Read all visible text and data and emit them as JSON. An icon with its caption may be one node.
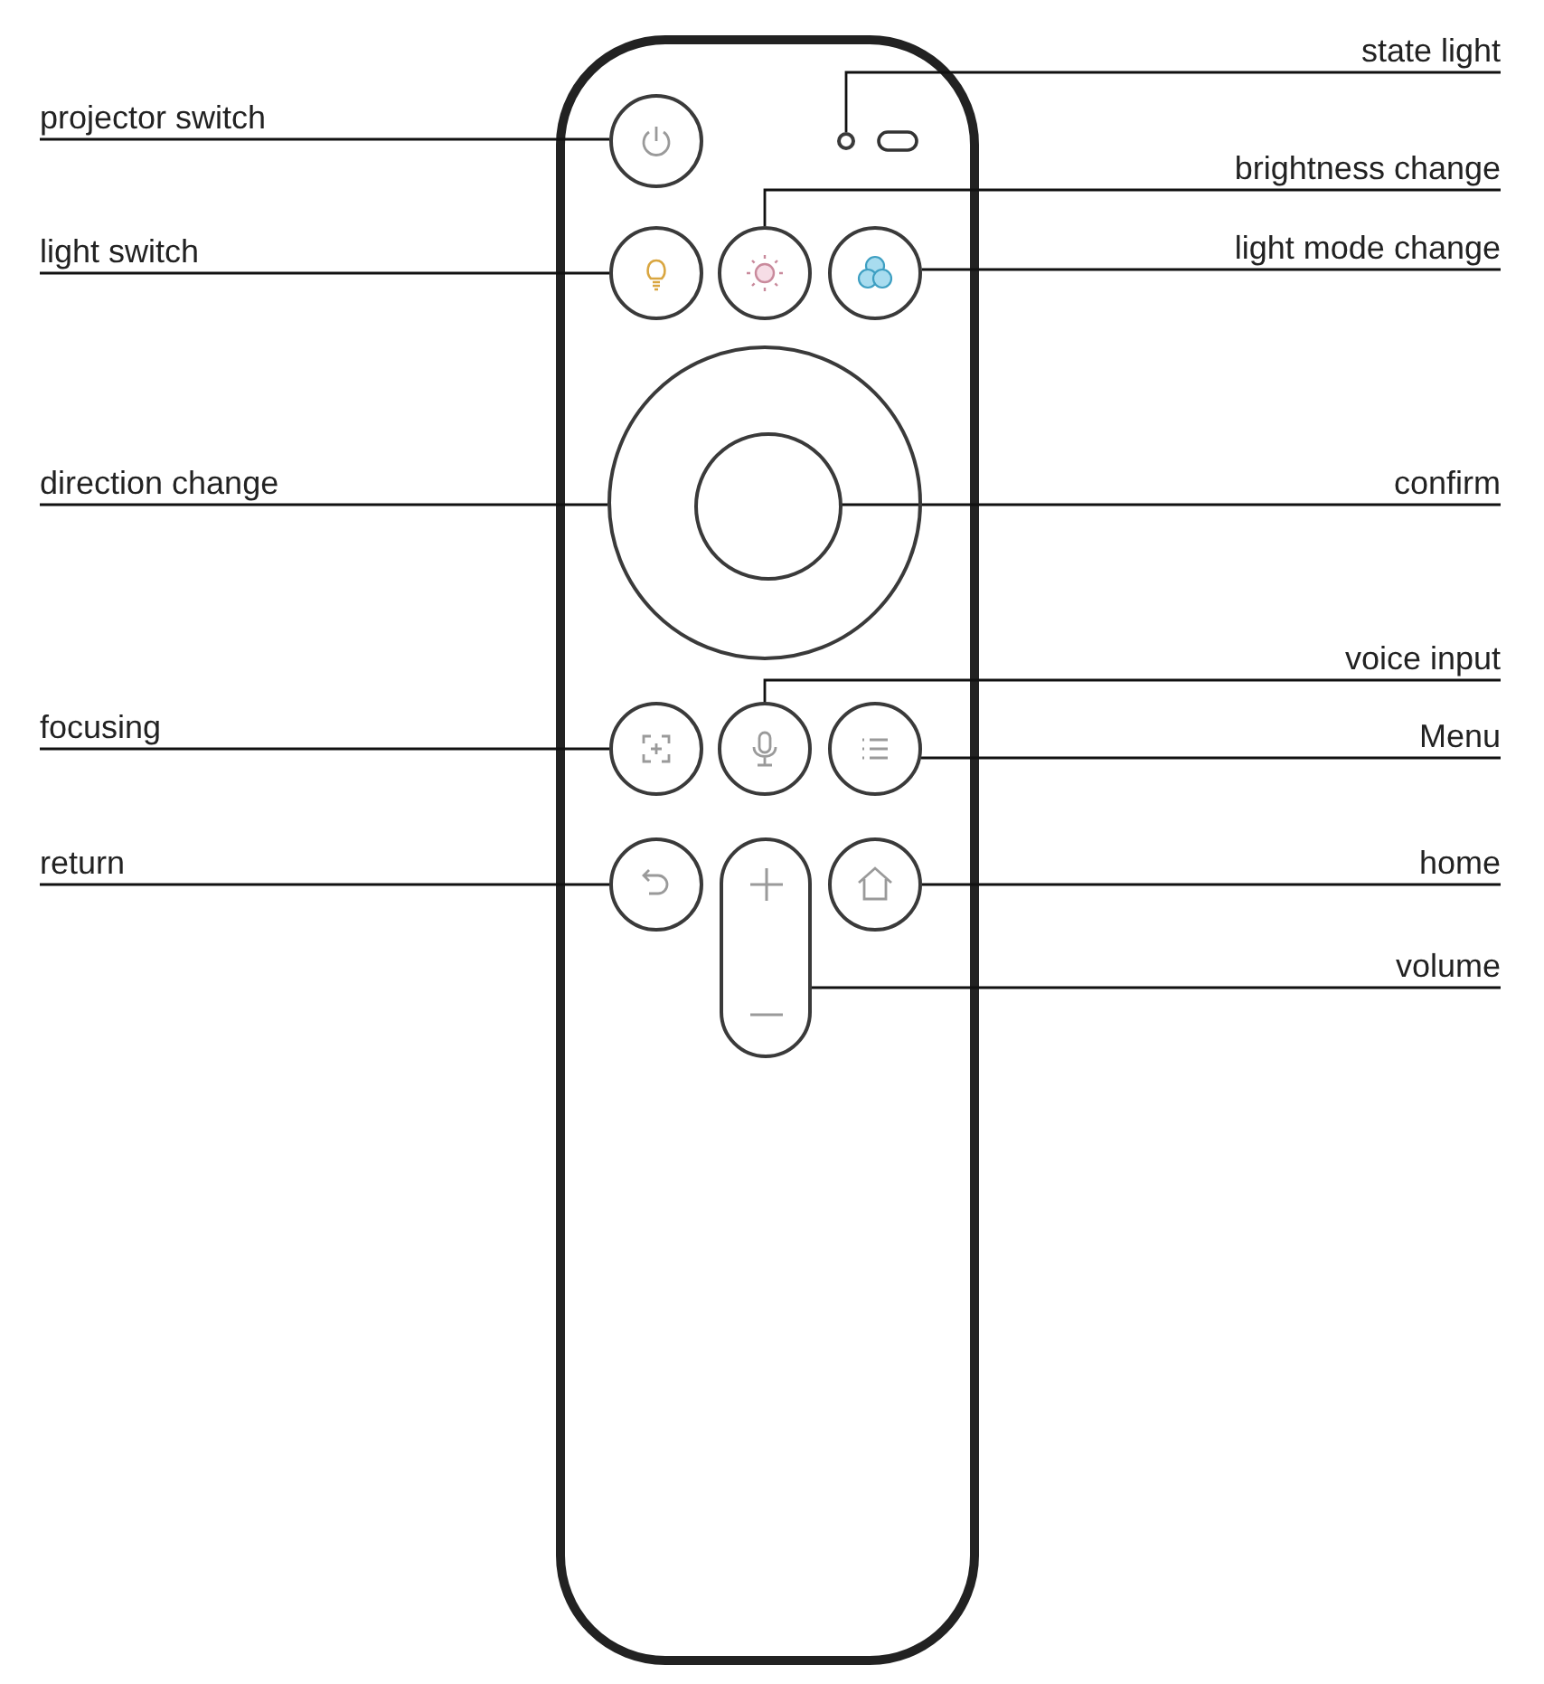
{
  "diagram": {
    "nodes": [
      {
        "text": [
          "state light"
        ]
      },
      {
        "text": [
          "projector switch"
        ]
      },
      {
        "text": [],
        "shape": "circle"
      },
      {
        "text": [],
        "shape": "circle"
      },
      {
        "text": [
          "brightness change"
        ]
      },
      {
        "text": [
          "light switch"
        ]
      },
      {
        "text": [],
        "shape": "circle"
      },
      {
        "text": [],
        "shape": "circle"
      },
      {
        "text": [],
        "shape": "circle"
      },
      {
        "text": [
          "light mode change"
        ]
      },
      {
        "text": [
          "direction change"
        ]
      },
      {
        "text": [],
        "shape": "circle"
      },
      {
        "text": [],
        "shape": "circle",
        "in": 11
      },
      {
        "text": [
          "confirm"
        ]
      },
      {
        "text": [
          "voice input"
        ]
      },
      {
        "text": [
          "focusing"
        ]
      },
      {
        "text": [],
        "shape": "circle"
      },
      {
        "text": [],
        "shape": "circle"
      },
      {
        "text": [],
        "shape": "circle"
      },
      {
        "text": [
          "Menu"
        ]
      },
      {
        "text": [
          "return"
        ]
      },
      {
        "text": [],
        "shape": "circle"
      },
      {
        "text": [],
        "shape": "box"
      },
      {
        "text": [],
        "shape": "circle"
      },
      {
        "text": [
          "home"
        ]
      },
      {
        "text": [
          "volume"
        ]
      }
    ],
    "edges": [
      {
        "from": 0,
        "to": 3,
        "arrow": "none"
      },
      {
        "from": 1,
        "to": 2,
        "arrow": "none"
      },
      {
        "from": 4,
        "to": 7,
        "arrow": "none"
      },
      {
        "from": 5,
        "to": 6,
        "arrow": "none"
      },
      {
        "from": 9,
        "to": 8,
        "arrow": "none"
      },
      {
        "from": 10,
        "to": 11,
        "arrow": "none"
      },
      {
        "from": 13,
        "to": 12,
        "arrow": "none"
      },
      {
        "from": 14,
        "to": 17,
        "arrow": "none"
      },
      {
        "from": 15,
        "to": 16,
        "arrow": "none"
      },
      {
        "from": 19,
        "to": 18,
        "arrow": "none"
      },
      {
        "from": 20,
        "to": 21,
        "arrow": "none"
      },
      {
        "from": 24,
        "to": 23,
        "arrow": "none"
      },
      {
        "from": 25,
        "to": 22,
        "arrow": "none"
      }
    ]
  }
}
